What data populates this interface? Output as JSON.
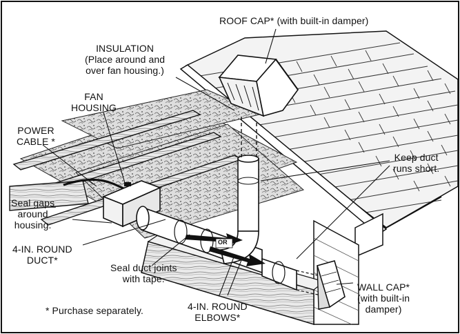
{
  "labels": {
    "roof_cap": "ROOF CAP* (with built-in damper)",
    "insulation": "INSULATION\n(Place around and\nover fan housing.)",
    "fan_housing": "FAN\nHOUSING",
    "power_cable": "POWER\nCABLE *",
    "keep_duct": "Keep duct\nruns short.",
    "seal_gaps": "Seal gaps\naround\nhousing.",
    "round_duct": "4-IN. ROUND\nDUCT*",
    "seal_joints": "Seal duct joints\nwith tape.",
    "wall_cap": "WALL CAP*\n(with built-in\ndamper)",
    "purchase": "* Purchase separately.",
    "elbows": "4-IN. ROUND\nELBOWS*",
    "or_marker": "OR"
  },
  "colors": {
    "line": "#111111",
    "page": "#ffffff",
    "shingle_fill": "#f4f4f4",
    "insulation_fill": "#d9d9d9",
    "wood_fill": "#e6e6e6"
  }
}
